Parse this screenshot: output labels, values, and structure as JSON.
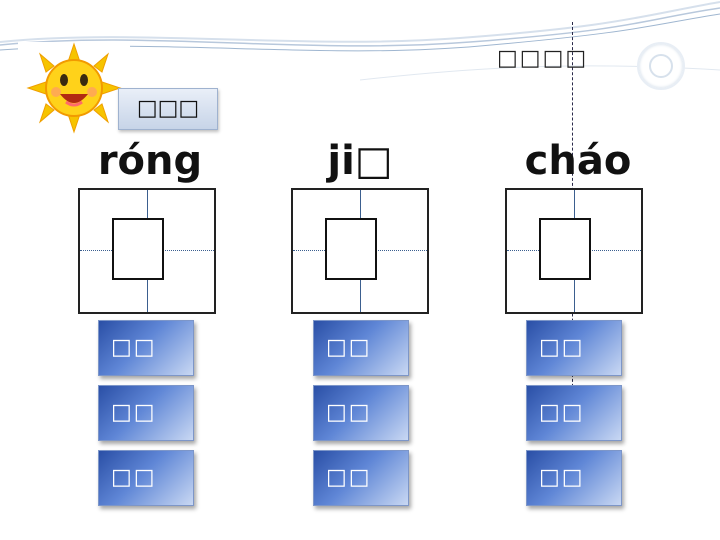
{
  "header": {
    "title": "□□□□"
  },
  "section": {
    "label": "□□□"
  },
  "columns": [
    {
      "pinyin": "róng",
      "character": "",
      "words": [
        "□□",
        "□□",
        "□□"
      ]
    },
    {
      "pinyin": "ji□",
      "character": "",
      "words": [
        "□□",
        "□□",
        "□□"
      ]
    },
    {
      "pinyin": "cháo",
      "character": "",
      "words": [
        "□□",
        "□□",
        "□□"
      ]
    }
  ],
  "colors": {
    "button_dark": "#2a4fa6",
    "button_light": "#c9d8f3",
    "grid_line": "#3b5f8f"
  },
  "icons": {
    "sun": "smiling-sun-icon",
    "circle": "circle-button-icon"
  }
}
